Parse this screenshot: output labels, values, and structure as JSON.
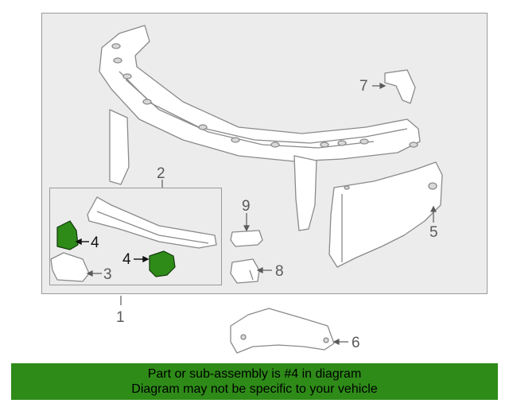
{
  "callouts": {
    "c1": "1",
    "c2": "2",
    "c3": "3",
    "c4a": "4",
    "c4b": "4",
    "c5": "5",
    "c6": "6",
    "c7": "7",
    "c8": "8",
    "c9": "9"
  },
  "banner": {
    "line1": "Part or sub-assembly is #4 in diagram",
    "line2": "Diagram may not be specific to your vehicle"
  },
  "colors": {
    "highlight": "#2e8b18",
    "line": "#8a8a8a",
    "box_bg": "#ececec"
  }
}
